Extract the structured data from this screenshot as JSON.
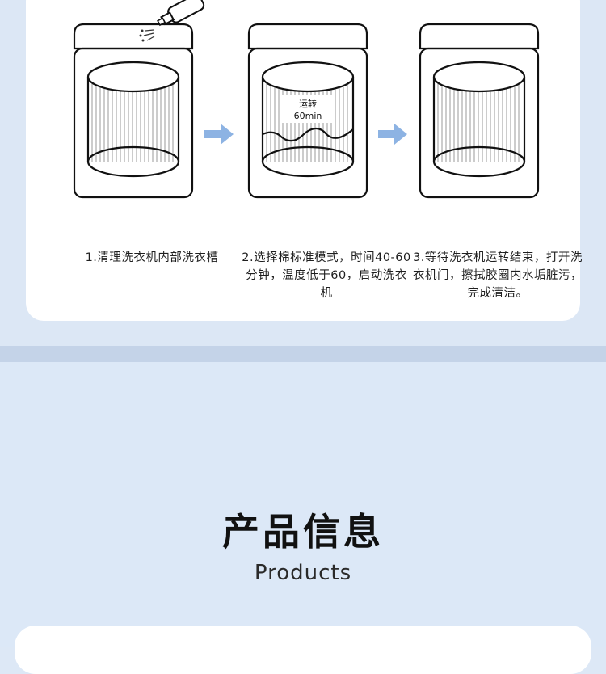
{
  "steps": [
    {
      "number": "1.",
      "text": "清理洗衣机内部洗衣槽"
    },
    {
      "number": "2.",
      "text": "选择棉标准模式，时间40-60分钟，温度低于60，启动洗衣机",
      "drum_label_line1": "运转",
      "drum_label_line2": "60min"
    },
    {
      "number": "3.",
      "text": "等待洗衣机运转结束，打开洗衣机门，擦拭胶圈内水垢脏污，完成清洁。"
    }
  ],
  "section": {
    "title": "产品信息",
    "subtitle": "Products"
  },
  "colors": {
    "accent_arrow": "#8db3e3",
    "page_background": "#dce7f5",
    "divider": "#c4d3e8",
    "card": "#ffffff"
  }
}
